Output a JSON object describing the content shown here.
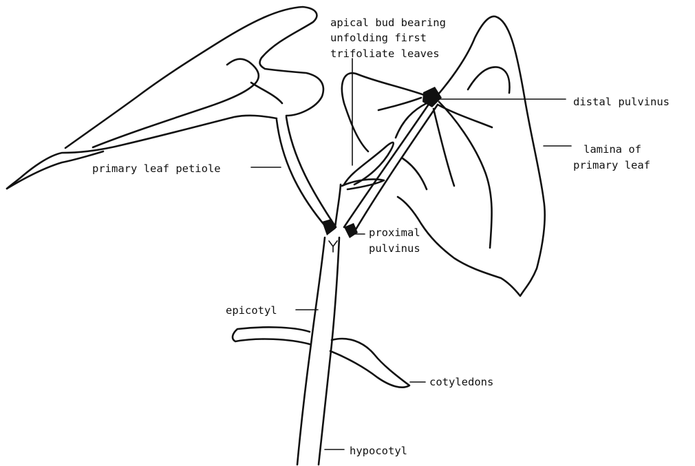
{
  "labels": {
    "apical_bud": [
      "apical bud bearing",
      "unfolding first",
      "trifoliate leaves"
    ],
    "distal_pulvinus": "distal pulvinus",
    "lamina": [
      "lamina of",
      "primary leaf"
    ],
    "primary_leaf_petiole": "primary leaf petiole",
    "proximal_pulvinus": [
      "proximal",
      "pulvinus"
    ],
    "epicotyl": "epicotyl",
    "cotyledons": "cotyledons",
    "hypocotyl": "hypocotyl"
  },
  "colors": {
    "ink": "#111111",
    "background": "#ffffff"
  }
}
